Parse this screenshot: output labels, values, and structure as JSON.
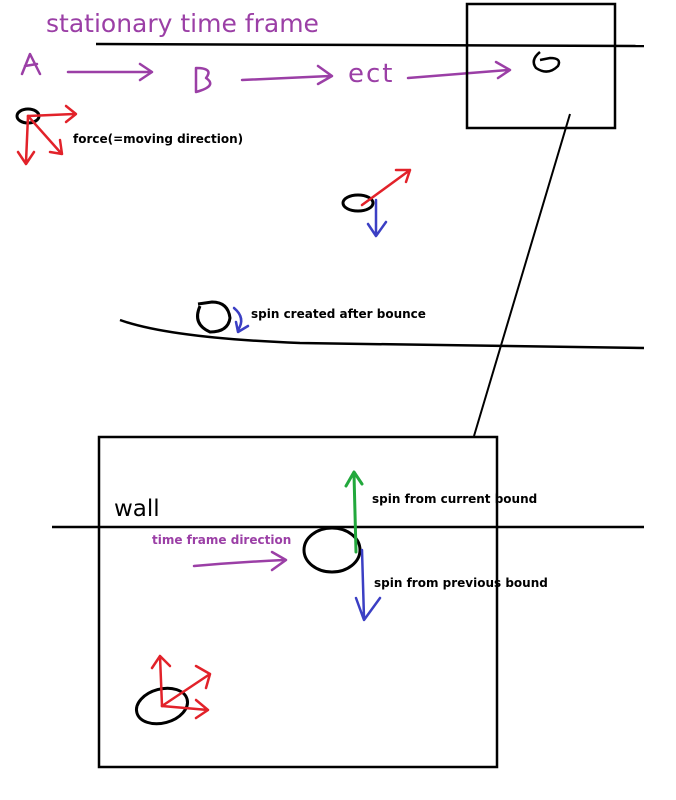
{
  "labels": {
    "title": "stationary time frame",
    "letter_a": "A",
    "letter_b": "B",
    "ect": "ect",
    "force": "force(=moving direction)",
    "spin_after_bounce": "spin created after bounce",
    "wall": "wall",
    "time_frame_direction": "time frame direction",
    "spin_current": "spin from current bound",
    "spin_previous": "spin from previous bound"
  },
  "colors": {
    "purple": "#9b3fa6",
    "red": "#e2222a",
    "blue": "#3b3fc4",
    "green": "#22a83c",
    "black": "#000000"
  }
}
